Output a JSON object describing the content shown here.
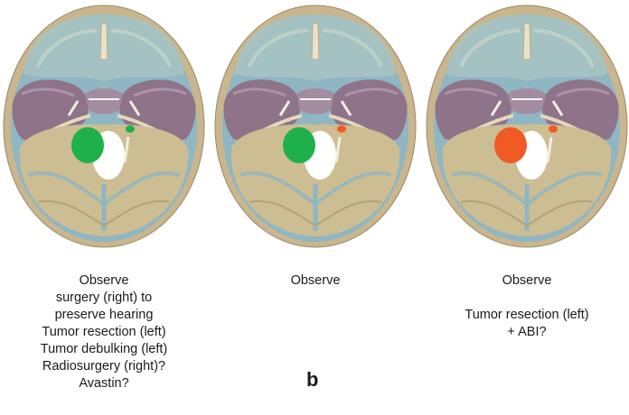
{
  "colors": {
    "tumor_green": "#1db04b",
    "tumor_red": "#f15a24",
    "bone": "#cdbd92",
    "fossa_purple": "#8e7389",
    "membrane_blue": "#8fb6c3"
  },
  "panels": [
    {
      "left_tumor": "green",
      "right_tumor": "green",
      "caption": [
        "Observe",
        "surgery (right) to",
        "preserve hearing",
        "Tumor resection (left)",
        "Tumor debulking (left)",
        "Radiosurgery (right)?",
        "Avastin?"
      ]
    },
    {
      "left_tumor": "green",
      "right_tumor": "red",
      "caption": [
        "Observe"
      ]
    },
    {
      "left_tumor": "red",
      "right_tumor": "red",
      "caption": [
        "Observe",
        "",
        "Tumor resection (left)",
        "+ ABI?"
      ]
    }
  ],
  "figure_label": "b"
}
